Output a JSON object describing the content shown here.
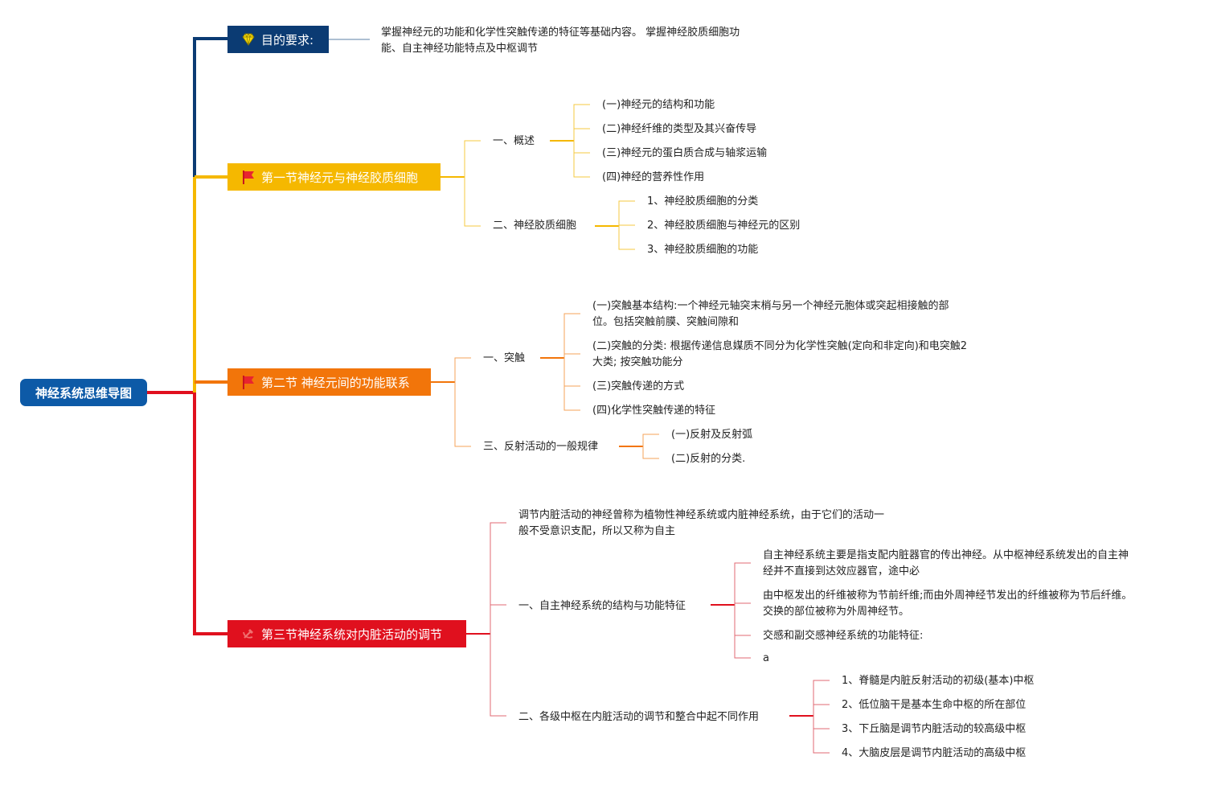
{
  "root": {
    "label": "神经系统思维导图"
  },
  "colors": {
    "navy": "#0b3b73",
    "yellow": "#f5b800",
    "orange": "#f2750a",
    "red": "#e0101e",
    "root": "#0d5aa7"
  },
  "goal": {
    "label": "目的要求:",
    "icon": "diamond-icon",
    "text_line1": "掌握神经元的功能和化学性突触传递的特征等基础内容。 掌握神经胶质细胞功",
    "text_line2": "能、自主神经功能特点及中枢调节"
  },
  "sec1": {
    "label": "第一节神经元与神经胶质细胞",
    "icon": "flag-icon",
    "b1": {
      "label": "一、概述",
      "items": [
        "(一)神经元的结构和功能",
        "(二)神经纤维的类型及其兴奋传导",
        "(三)神经元的蛋白质合成与轴浆运输",
        "(四)神经的营养性作用"
      ]
    },
    "b2": {
      "label": "二、神经胶质细胞",
      "items": [
        "1、神经胶质细胞的分类",
        "2、神经胶质细胞与神经元的区别",
        "3、神经胶质细胞的功能"
      ]
    }
  },
  "sec2": {
    "label": "第二节 神经元间的功能联系",
    "icon": "flag-icon",
    "b1": {
      "label": "一、突触",
      "i1_l1": "(一)突触基本结构:一个神经元轴突末梢与另一个神经元胞体或突起相接触的部",
      "i1_l2": "位。包括突触前膜、突触间隙和",
      "i2_l1": "(二)突触的分类: 根据传递信息媒质不同分为化学性突触(定向和非定向)和电突触2",
      "i2_l2": "大类; 按突触功能分",
      "i3": "(三)突触传递的方式",
      "i4": "(四)化学性突触传递的特征"
    },
    "b2": {
      "label": "三、反射活动的一般规律",
      "items": [
        "(一)反射及反射弧",
        "(二)反射的分类."
      ]
    }
  },
  "sec3": {
    "label": "第三节神经系统对内脏活动的调节",
    "icon": "hammer-sickle-icon",
    "intro_l1": "调节内脏活动的神经曾称为植物性神经系统或内脏神经系统，由于它们的活动一",
    "intro_l2": "般不受意识支配，所以又称为自主",
    "b1": {
      "label": "一、自主神经系统的结构与功能特征",
      "i1_l1": "自主神经系统主要是指支配内脏器官的传出神经。从中枢神经系统发出的自主神",
      "i1_l2": "经并不直接到达效应器官，途中必",
      "i2_l1": "由中枢发出的纤维被称为节前纤维;而由外周神经节发出的纤维被称为节后纤维。",
      "i2_l2": "交换的部位被称为外周神经节。",
      "i3": "交感和副交感神经系统的功能特征:",
      "i4": "a"
    },
    "b2": {
      "label": "二、各级中枢在内脏活动的调节和整合中起不同作用",
      "items": [
        "1、脊髓是内脏反射活动的初级(基本)中枢",
        "2、低位脑干是基本生命中枢的所在部位",
        "3、下丘脑是调节内脏活动的较高级中枢",
        "4、大脑皮层是调节内脏活动的高级中枢"
      ]
    }
  }
}
